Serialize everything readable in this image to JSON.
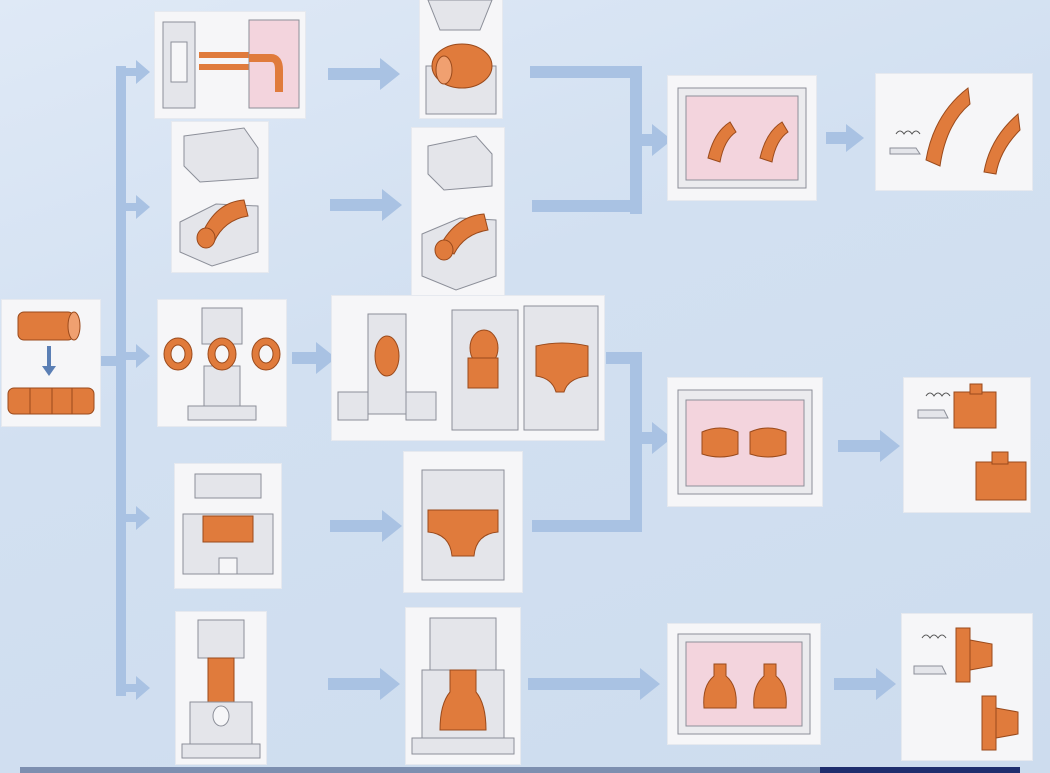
{
  "colors": {
    "background": "#d5e2f2",
    "arrow": "#a9c2e3",
    "workpiece": "#e07b3c",
    "workpiece_edge": "#9a4a1c",
    "die": "#e4e5ea",
    "die_edge": "#8c8f99",
    "furnace": "#f3d4dd",
    "furnace_frame": "#ebebee",
    "panel": "#f6f6f8"
  },
  "process_rows": [
    {
      "step": "elbow-hot-push"
    },
    {
      "step": "elbow-press-forming"
    },
    {
      "step": "tee-hydraulic-bulging"
    },
    {
      "step": "tee-hot-press"
    },
    {
      "step": "reducer-extrusion"
    }
  ],
  "icons": {
    "raw_material": "pipe-stock-icon",
    "heat_treatment": "furnace-icon",
    "machining": "cutting-tool-icon"
  }
}
